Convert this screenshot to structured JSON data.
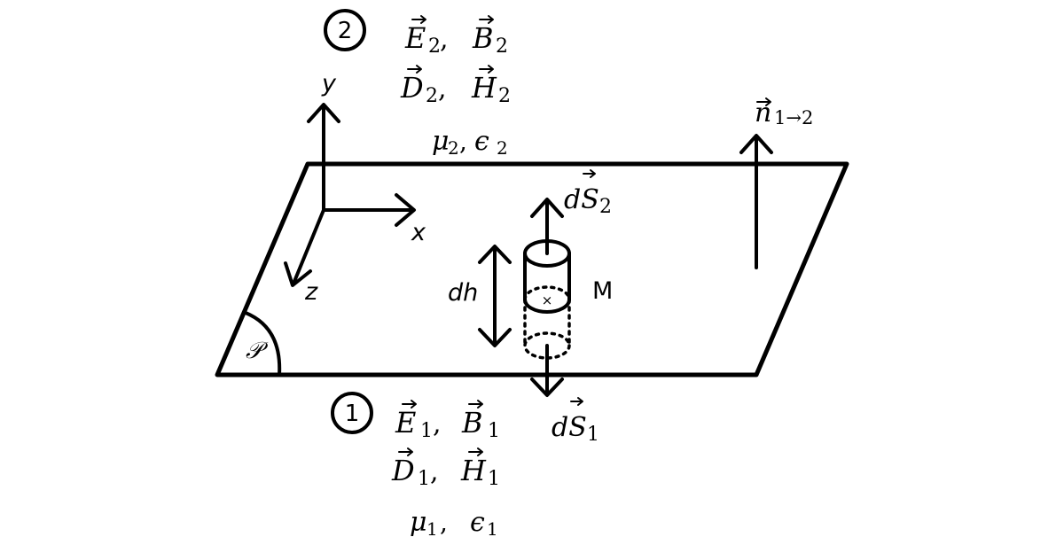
{
  "regions": {
    "upper": {
      "marker": "2",
      "field_pair_1": {
        "a": "E",
        "b": "B",
        "sub": "2",
        "sep": ","
      },
      "field_pair_2": {
        "a": "D",
        "b": "H",
        "sub": "2",
        "sep": ","
      },
      "media": {
        "mu": "μ",
        "eps": "ϵ",
        "sub": "2",
        "sep": ","
      }
    },
    "lower": {
      "marker": "1",
      "field_pair_1": {
        "a": "E",
        "b": "B",
        "sub": "1",
        "sep": ","
      },
      "field_pair_2": {
        "a": "D",
        "b": "H",
        "sub": "1",
        "sep": ","
      },
      "media": {
        "mu": "μ",
        "eps": "ϵ",
        "sub": "1",
        "sep": ","
      }
    }
  },
  "axes": {
    "x": "x",
    "y": "y",
    "z": "z"
  },
  "plane": {
    "label": "𝒫"
  },
  "normal": {
    "symbol": "n",
    "subscript": "1→2"
  },
  "cylinder": {
    "height_label": "dh",
    "point_label": "M",
    "center_mark": "×",
    "top_surface": {
      "symbol": "dS",
      "sub": "2"
    },
    "bottom_surface": {
      "symbol": "dS",
      "sub": "1"
    }
  },
  "colors": {
    "ink": "#000000",
    "background": "#ffffff"
  }
}
